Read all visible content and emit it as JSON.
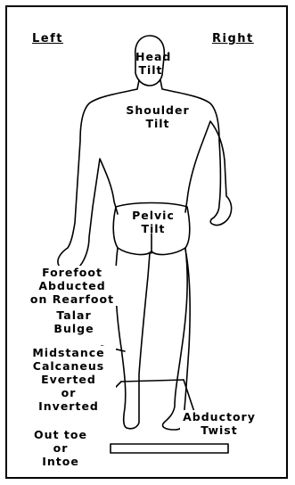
{
  "sides": {
    "left": "Left",
    "right": "Right"
  },
  "labels": {
    "head_tilt": [
      "Head",
      "Tilt"
    ],
    "shoulder_tilt": [
      "Shoulder",
      "Tilt"
    ],
    "pelvic_tilt": [
      "Pelvic",
      "Tilt"
    ],
    "forefoot": [
      "Forefoot",
      "Abducted",
      "on Rearfoot"
    ],
    "talar_bulge": [
      "Talar",
      "Bulge"
    ],
    "midstance": [
      "Midstance",
      "Calcaneus",
      "Everted",
      "or",
      "Inverted"
    ],
    "abductory_twist": [
      "Abductory",
      "Twist"
    ],
    "out_toe": [
      "Out toe",
      "or",
      "Intoe"
    ]
  }
}
